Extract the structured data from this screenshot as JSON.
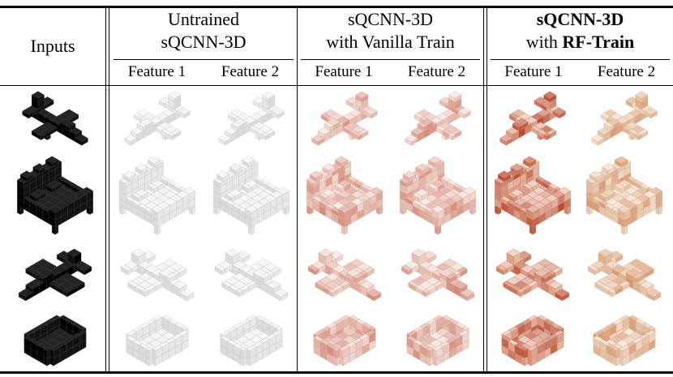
{
  "header": {
    "inputs": "Inputs",
    "groups": [
      {
        "line1": "Untrained",
        "line2": "sQCNN-3D"
      },
      {
        "line1": "sQCNN-3D",
        "line2": "with Vanilla Train"
      },
      {
        "line1": "sQCNN-3D",
        "line2_prefix": "with ",
        "line2_bold": "RF-Train"
      }
    ],
    "features": [
      "Feature 1",
      "Feature 2"
    ]
  },
  "rows": [
    {
      "shape": "airplane-icon"
    },
    {
      "shape": "bed-icon"
    },
    {
      "shape": "jet-icon"
    },
    {
      "shape": "bathtub-icon"
    }
  ],
  "colors": {
    "input": {
      "top": "#232323",
      "side": "#111111",
      "front": "#000000",
      "stroke": "#3a3a3a",
      "heat": "#000000"
    },
    "untrained": {
      "top": "#f6f6f6",
      "side": "#e7e7e7",
      "front": "#dcdcdc",
      "stroke": "#c9c9c9",
      "heat": "#cfcfcf"
    },
    "vanilla": {
      "top": "#f7ebe7",
      "side": "#efd6ce",
      "front": "#e8c6bb",
      "stroke": "#d8aa9c",
      "heat": "#c24a33"
    },
    "rf_feature1": {
      "top": "#f2d6ca",
      "side": "#e7b7a4",
      "front": "#dfa38c",
      "stroke": "#c98468",
      "heat": "#b03c22"
    },
    "rf_feature2": {
      "top": "#f7e9dc",
      "side": "#eed8c4",
      "front": "#e7cbb2",
      "stroke": "#d6b090",
      "heat": "#cc7442"
    }
  }
}
